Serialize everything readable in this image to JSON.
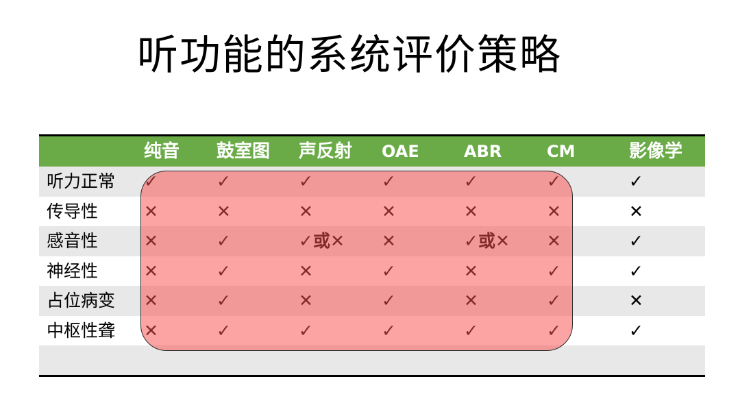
{
  "title": "听功能的系统评价策略",
  "table": {
    "headers": [
      "纯音",
      "鼓室图",
      "声反射",
      "OAE",
      "ABR",
      "CM",
      "影像学"
    ],
    "rows": [
      {
        "label": "听力正常",
        "values": [
          "✓",
          "✓",
          "✓",
          "✓",
          "✓",
          "✓",
          "✓"
        ]
      },
      {
        "label": "传导性",
        "values": [
          "✕",
          "✕",
          "✕",
          "✕",
          "✕",
          "✕",
          "✕"
        ]
      },
      {
        "label": "感音性",
        "values": [
          "✕",
          "✓",
          "✓或✕",
          "✕",
          "✓或✕",
          "✕",
          "✓"
        ]
      },
      {
        "label": "神经性",
        "values": [
          "✕",
          "✓",
          "✕",
          "✓",
          "✕",
          "✓",
          "✓"
        ]
      },
      {
        "label": "占位病变",
        "values": [
          "✕",
          "✓",
          "✕",
          "✓",
          "✕",
          "✓",
          "✕"
        ]
      },
      {
        "label": "中枢性聋",
        "values": [
          "✕",
          "✓",
          "✓",
          "✓",
          "✓",
          "✓",
          "✓"
        ]
      }
    ]
  },
  "colors": {
    "header_bg": "#6aab47",
    "row_shade": "#e8e8e8",
    "highlight": "#f87070"
  }
}
